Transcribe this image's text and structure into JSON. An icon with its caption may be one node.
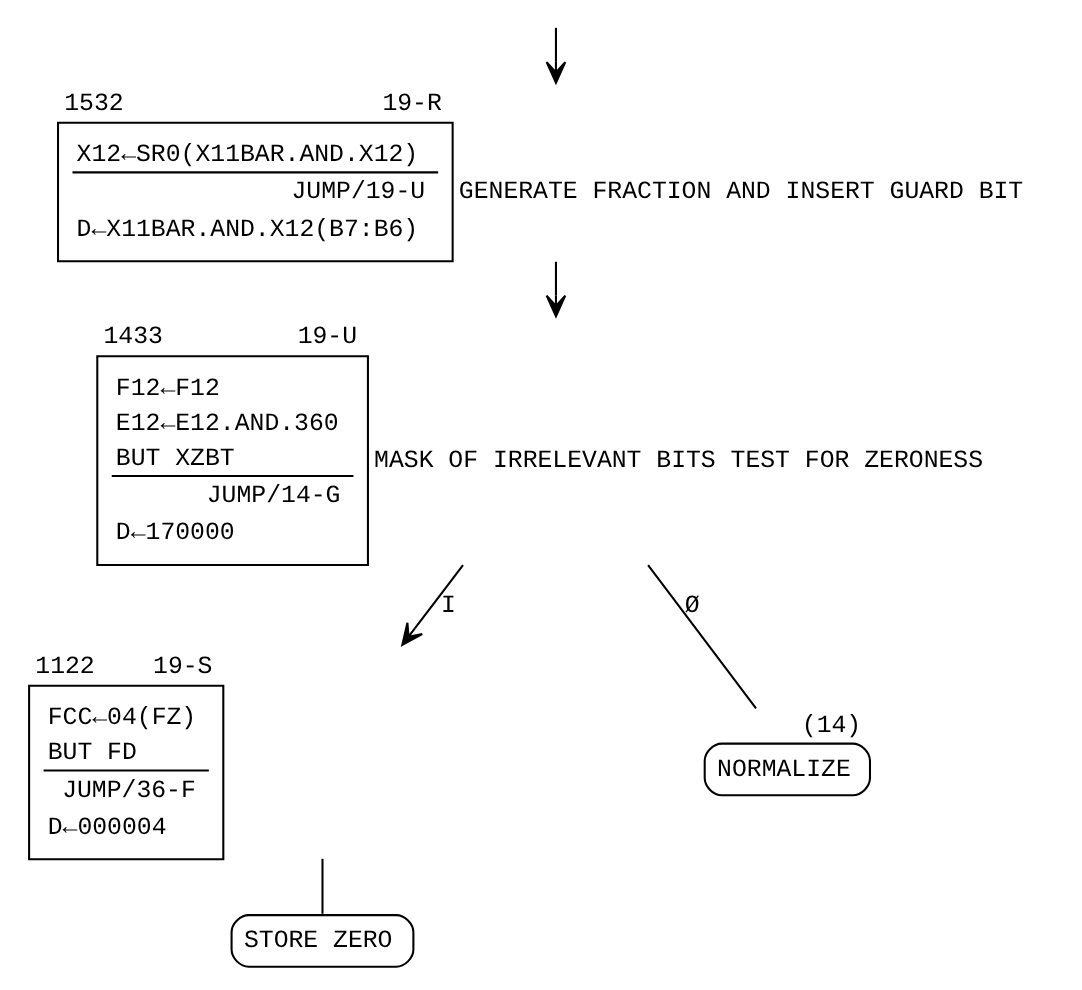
{
  "diagram": {
    "nodes": [
      {
        "text": [
          "X12←SR0(X11BAR.AND.X12)",
          "JUMP/19-U",
          "D←X11BAR.AND.X12(B7:B6)"
        ],
        "beside": [
          "1532",
          "19-R",
          "GENERATE FRACTION AND INSERT GUARD BIT"
        ]
      },
      {
        "text": [
          "F12←F12",
          "E12←E12.AND.360",
          "BUT XZBT",
          "JUMP/14-G",
          "D←170000"
        ],
        "beside": [
          "1433",
          "19-U",
          "MASK OF IRRELEVANT BITS TEST FOR ZERONESS"
        ]
      },
      {
        "text": [
          "FCC←04(FZ)",
          "BUT FD",
          "JUMP/36-F",
          "D←000004"
        ],
        "beside": [
          "1122",
          "19-S"
        ]
      },
      {
        "text": [
          "NORMALIZE"
        ],
        "beside": [
          "(14)"
        ]
      },
      {
        "text": [
          "STORE ZERO"
        ]
      }
    ],
    "edges": [
      {
        "from": null,
        "to": 0,
        "arrow": "to"
      },
      {
        "from": 0,
        "to": 1,
        "arrow": "to"
      },
      {
        "from": 1,
        "to": 2,
        "arrow": "to",
        "label": "I"
      },
      {
        "from": 1,
        "to": 3,
        "arrow": "none",
        "label": "Ø"
      },
      {
        "from": 2,
        "to": 4,
        "arrow": "none"
      }
    ]
  }
}
